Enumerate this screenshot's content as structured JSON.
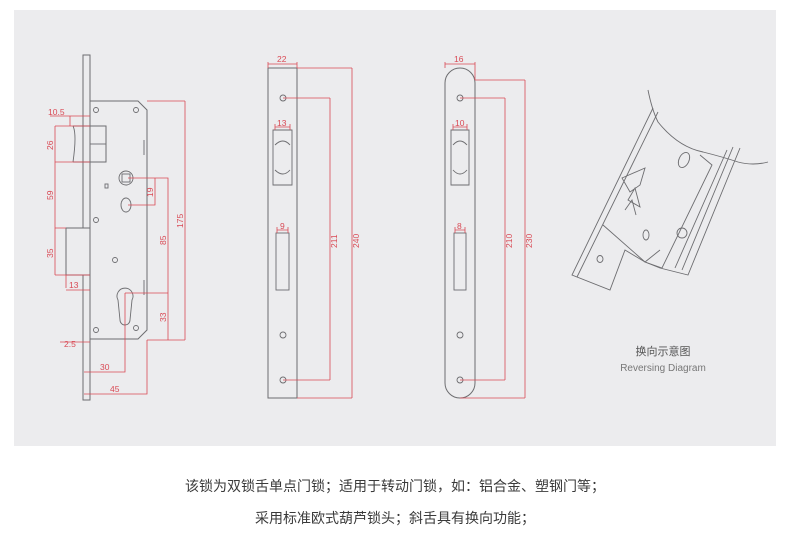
{
  "front_view": {
    "dims": {
      "backset_top_offset": "10.5",
      "latch_height": "26",
      "latch_to_bolt": "59",
      "bolt_height": "35",
      "bolt_throw": "13",
      "faceplate_thickness": "2.5",
      "backset": "30",
      "depth": "45",
      "handle_to_cylinder": "85",
      "case_height": "175",
      "handle_to_key": "19",
      "cylinder_to_bottom": "33"
    }
  },
  "strike_plate_flat": {
    "dims": {
      "width": "22",
      "latch_slot_width": "13",
      "bolt_slot_width": "9",
      "hole_spacing": "211",
      "length": "240"
    }
  },
  "strike_plate_round": {
    "dims": {
      "width": "16",
      "latch_slot_width": "10",
      "bolt_slot_width": "8",
      "hole_spacing": "210",
      "length": "230"
    }
  },
  "reversing": {
    "title_cn": "换向示意图",
    "title_en": "Reversing Diagram"
  },
  "description": {
    "line1": "该锁为双锁舌单点门锁；适用于转动门锁，如：铝合金、塑钢门等；",
    "line2": "采用标准欧式葫芦锁头；斜舌具有换向功能；"
  },
  "colors": {
    "dimension": "#d94a55",
    "line": "#6d6d70",
    "panel": "#ececee"
  }
}
